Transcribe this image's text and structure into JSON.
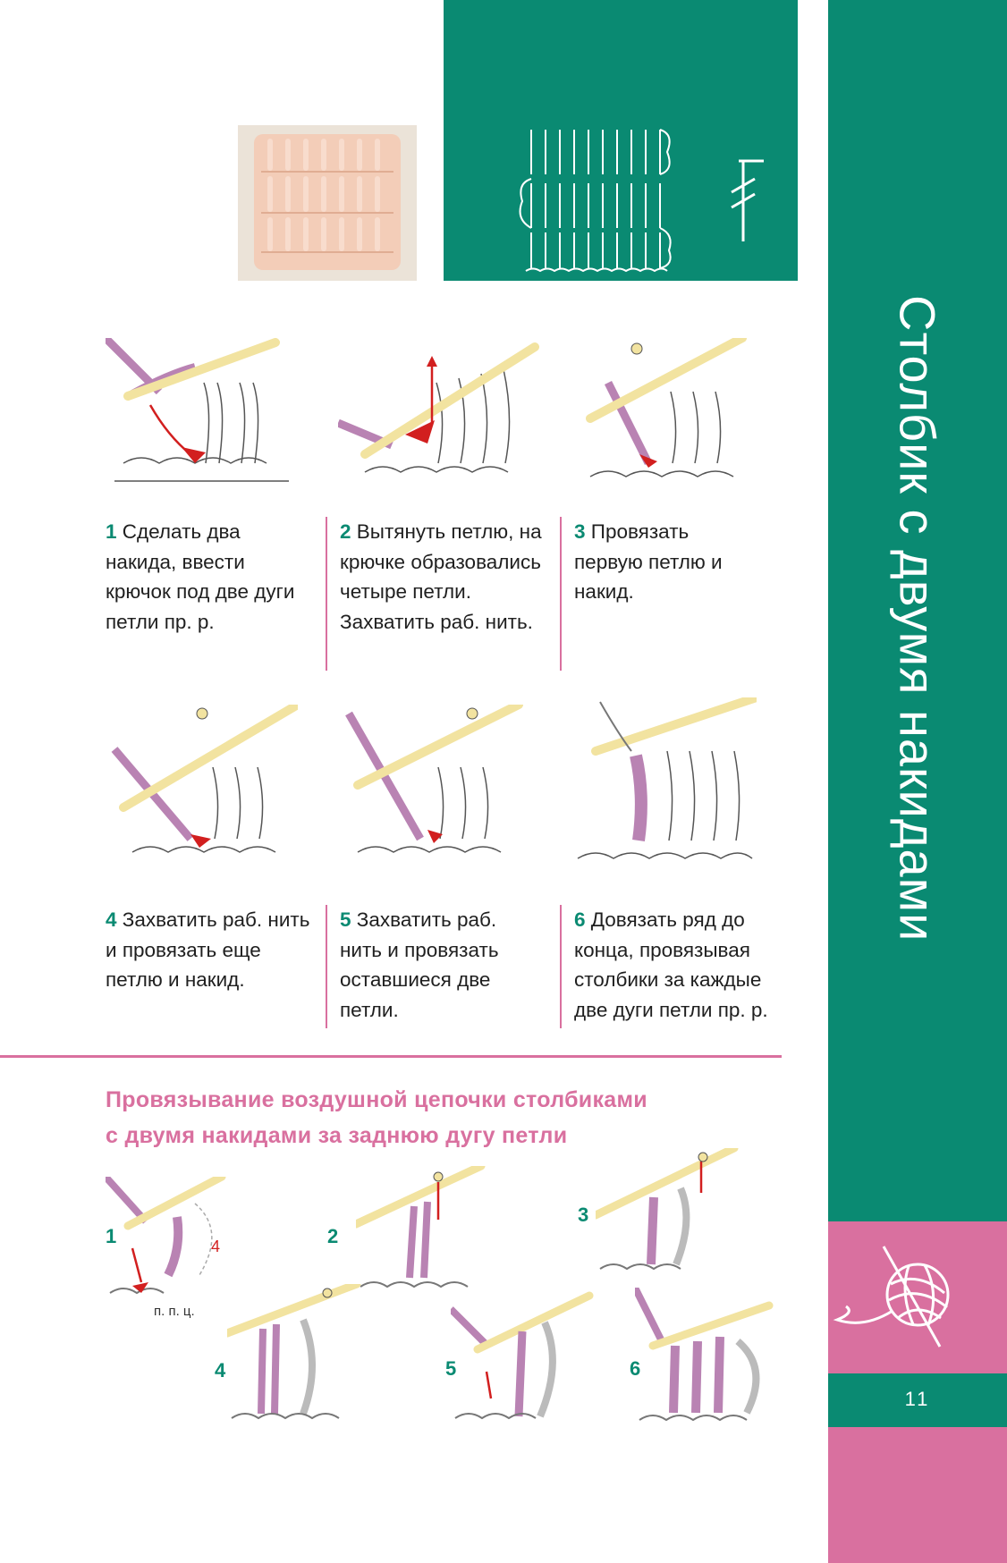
{
  "sidebar": {
    "title": "Столбик с двумя накидами",
    "page_number": "11",
    "icon": "yarn-ball-icon"
  },
  "steps": [
    {
      "num": "1",
      "text": "Сделать два накида, ввести крючок под две дуги петли пр. р."
    },
    {
      "num": "2",
      "text": "Вытянуть петлю, на крючке образовались четыре петли. Захватить раб. нить."
    },
    {
      "num": "3",
      "text": "Провязать первую петлю и накид."
    },
    {
      "num": "4",
      "text": "Захватить раб. нить и провязать еще петлю и накид."
    },
    {
      "num": "5",
      "text": "Захватить раб. нить и провязать оставшиеся две петли."
    },
    {
      "num": "6",
      "text": "Довязать ряд до конца, провязывая столбики за каждые две дуги петли пр. р."
    }
  ],
  "section2": {
    "title_line1": "Провязывание воздушной цепочки столбиками",
    "title_line2": "с двумя накидами за заднюю дугу петли",
    "labels": [
      "1",
      "2",
      "3",
      "4",
      "5",
      "6"
    ],
    "chain_label": "п. п. ц.",
    "loop_count": "4"
  },
  "colors": {
    "teal": "#0a8a72",
    "pink": "#d9709f",
    "yarn": "#b983b3",
    "hook": "#f2e3a0",
    "red": "#d21f1f"
  }
}
